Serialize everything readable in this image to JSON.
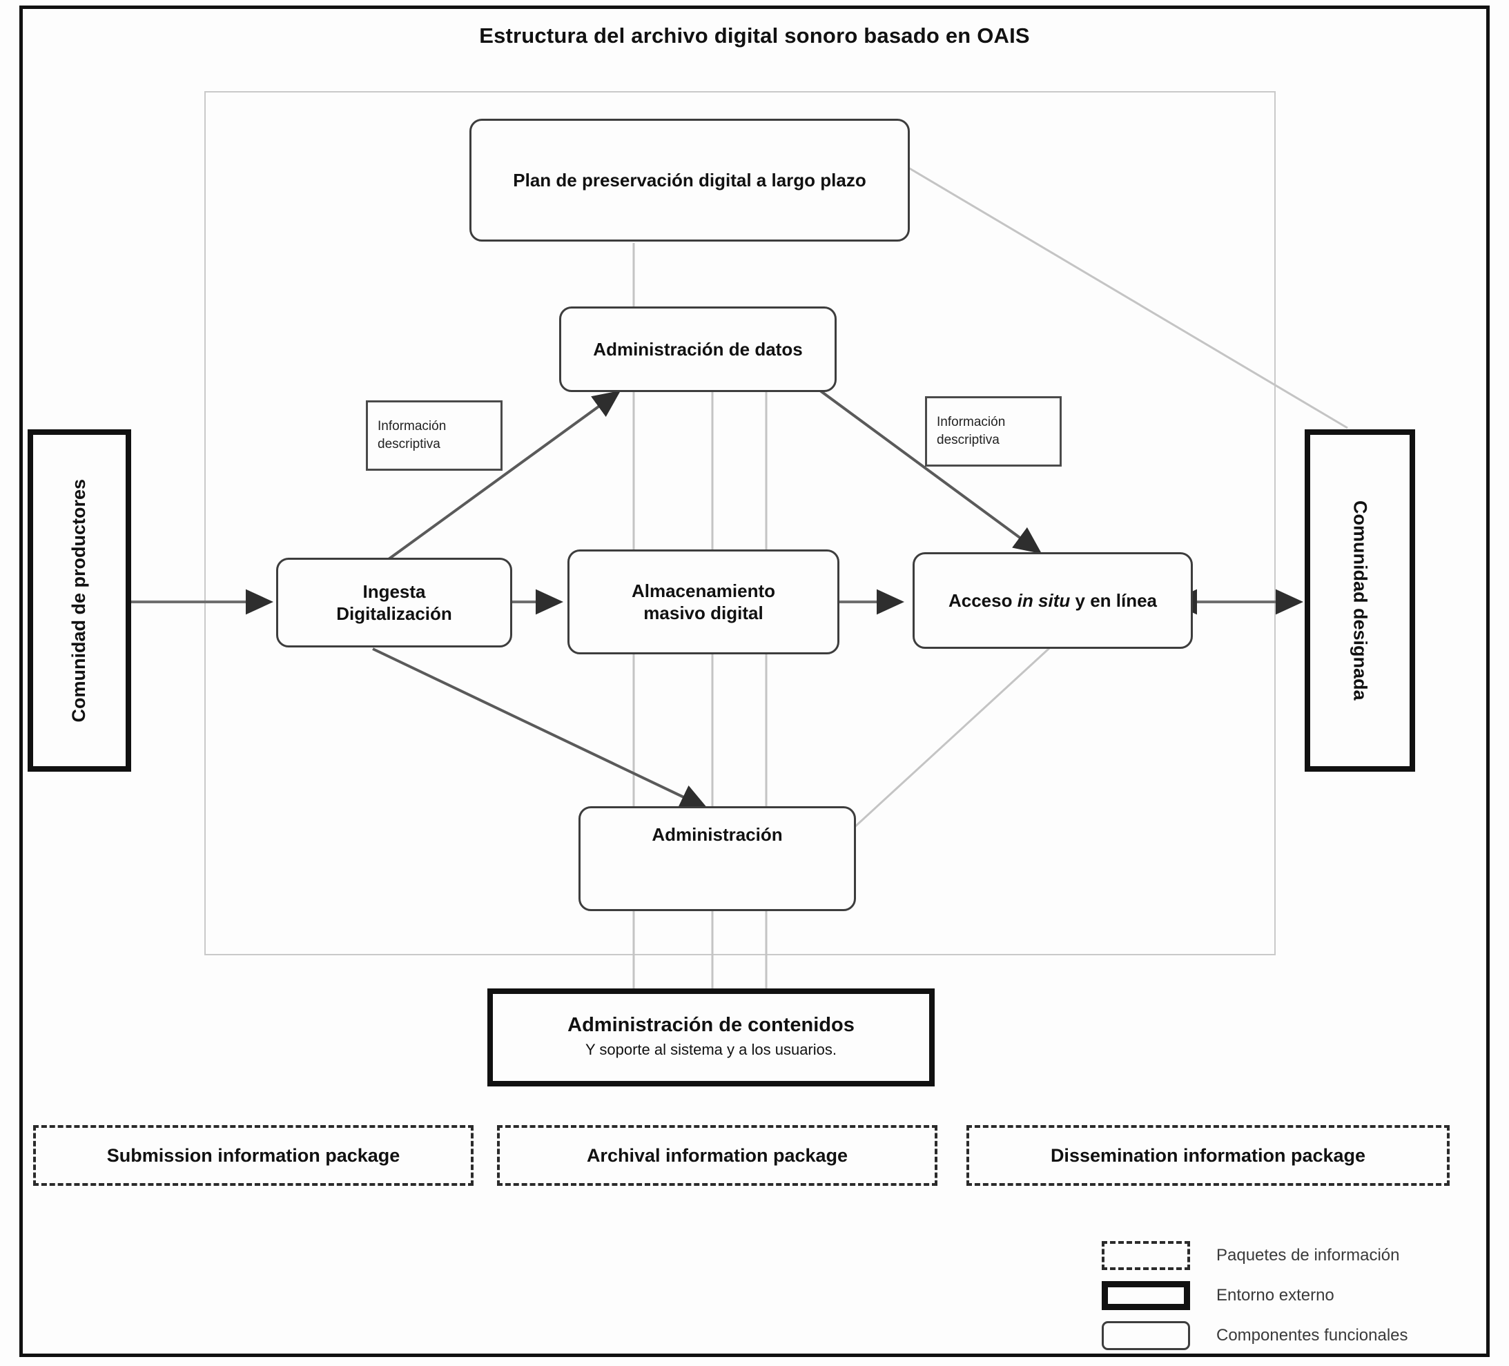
{
  "title": "Estructura del archivo digital sonoro basado en OAIS",
  "nodes": {
    "plan": "Plan de preservación digital a largo plazo",
    "admin_datos": "Administración de datos",
    "ingesta": "Ingesta Digitalización",
    "ingesta_line1": "Ingesta",
    "ingesta_line2": "Digitalización",
    "almacenamiento_line1": "Almacenamiento",
    "almacenamiento_line2": "masivo digital",
    "acceso_pre": "Acceso ",
    "acceso_italic": "in situ",
    "acceso_post": " y en línea",
    "administracion": "Administración"
  },
  "external": {
    "productores": "Comunidad de productores",
    "designada": "Comunidad designada"
  },
  "labels": {
    "info_descriptiva_left": "Información descriptiva",
    "info_descriptiva_right": "Información descriptiva"
  },
  "contenidos": {
    "line1": "Administración de contenidos",
    "line2": "Y soporte al sistema y a los usuarios."
  },
  "packages": [
    "Submission information package",
    "Archival information package",
    "Dissemination information package"
  ],
  "legend": [
    {
      "swatch": "dashed",
      "label": "Paquetes de información"
    },
    {
      "swatch": "thick",
      "label": "Entorno externo"
    },
    {
      "swatch": "round",
      "label": "Componentes funcionales"
    }
  ],
  "colors": {
    "ink": "#111111",
    "node_border": "#3d3d3d",
    "wire": "#8c8c8c",
    "arrow": "#3a3a3a",
    "frame_light": "#c9c9c9",
    "background": "#fdfdfd"
  }
}
